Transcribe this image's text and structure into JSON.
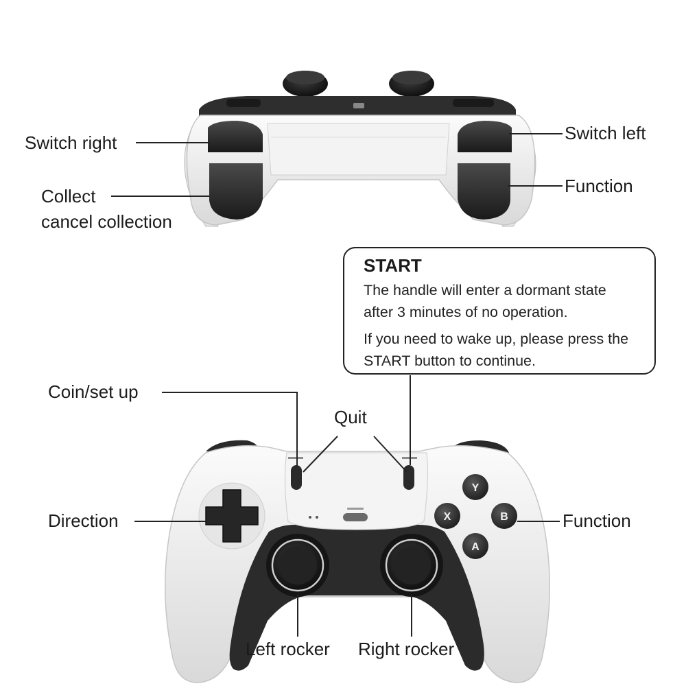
{
  "top_view": {
    "labels": {
      "switch_right": "Switch right",
      "collect_line1": "Collect",
      "collect_line2": "cancel collection",
      "switch_left": "Switch left",
      "function_top": "Function"
    }
  },
  "start_note": {
    "title": "START",
    "paragraph1": "The handle will enter a dormant state after 3 minutes of no operation.",
    "paragraph2": "If you need to wake up, please press the START button to continue."
  },
  "front_view": {
    "labels": {
      "coin_setup": "Coin/set up",
      "quit": "Quit",
      "direction": "Direction",
      "function_front": "Function",
      "left_rocker": "Left rocker",
      "right_rocker": "Right rocker"
    },
    "face_buttons": {
      "y": "Y",
      "x": "X",
      "b": "B",
      "a": "A"
    }
  },
  "colors": {
    "body": "#eeeeee",
    "dark": "#2b2b2b",
    "accent_black": "#1f1f1f",
    "line": "#222222"
  },
  "icons": [
    "top-view-controller",
    "front-view-controller",
    "d-pad-icon",
    "joystick-icon"
  ]
}
